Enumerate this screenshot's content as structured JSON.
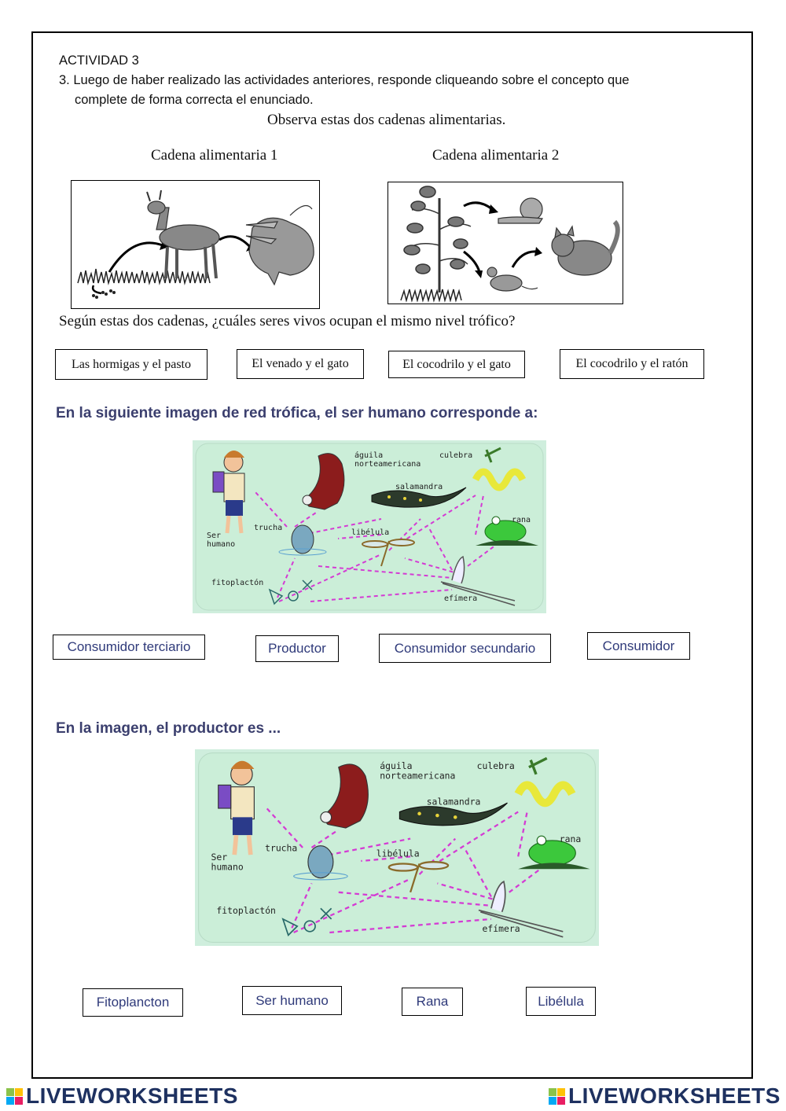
{
  "activity": {
    "title": "ACTIVIDAD 3",
    "instruction_line1": "3. Luego de haber realizado las actividades anteriores, responde cliqueando sobre el concepto que",
    "instruction_line2": "complete de forma correcta el enunciado.",
    "observe": "Observa estas dos cadenas alimentarias."
  },
  "chains": {
    "chain1_title": "Cadena alimentaria 1",
    "chain2_title": "Cadena alimentaria 2"
  },
  "question1": {
    "text": "Según estas dos cadenas, ¿cuáles seres vivos ocupan el mismo nivel trófico?",
    "options": [
      "Las hormigas y el pasto",
      "El venado y el gato",
      "El cocodrilo y el gato",
      "El cocodrilo y el ratón"
    ]
  },
  "question2": {
    "text": "En la siguiente imagen de red trófica, el ser humano corresponde a:",
    "options": [
      "Consumidor terciario",
      "Productor",
      "Consumidor secundario",
      "Consumidor"
    ]
  },
  "question3": {
    "text": "En la imagen, el productor es ...",
    "options": [
      "Fitoplancton",
      "Ser humano",
      "Rana",
      "Libélula"
    ]
  },
  "foodweb_labels": {
    "aguila1": "águila",
    "aguila2": "norteamericana",
    "culebra": "culebra",
    "salamandra": "salamandra",
    "trucha": "trucha",
    "libelula": "libélula",
    "rana": "rana",
    "ser1": "Ser",
    "ser2": "humano",
    "fitoplacton": "fitoplactón",
    "efimera": "efímera"
  },
  "footer": {
    "brand": "LIVEWORKSHEETS"
  },
  "colors": {
    "heading_blue": "#3b3f6e",
    "option_blue": "#2f3a7a",
    "web_bg": "#cfeedd",
    "arrow_magenta": "#d43bd4",
    "footer_navy": "#1e3160"
  }
}
